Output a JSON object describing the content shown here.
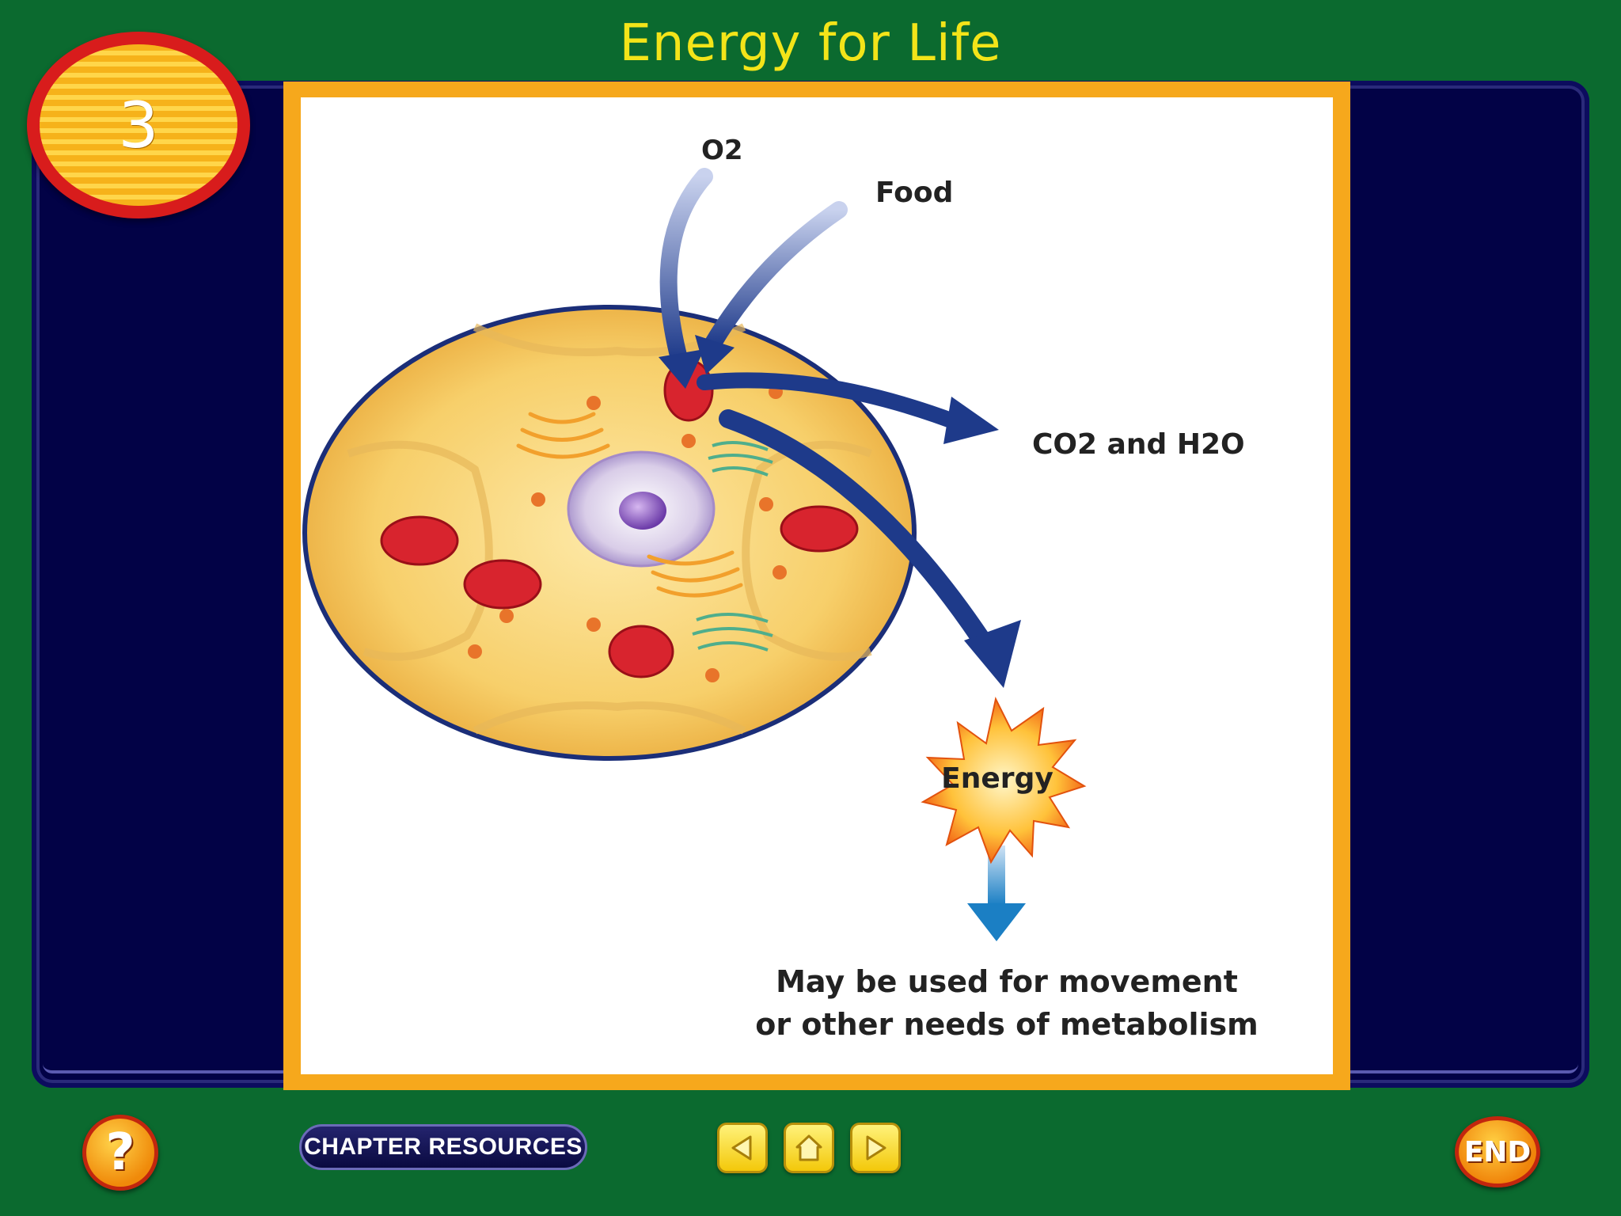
{
  "header": {
    "title": "Energy for Life"
  },
  "section_badge": {
    "number": "3"
  },
  "diagram": {
    "labels": {
      "oxygen": "O2",
      "food": "Food",
      "outputs": "CO2 and H2O",
      "energy": "Energy",
      "use_line1": "May be used for movement",
      "use_line2": "or other needs of metabolism"
    }
  },
  "toolbar": {
    "help_label": "?",
    "chapter_resources_label": "CHAPTER RESOURCES",
    "end_label": "END"
  },
  "colors": {
    "background": "#0b6a2f",
    "title": "#f3e419",
    "panel": "#020246",
    "frame": "#f6a81c",
    "arrow": "#1e3a8a"
  },
  "icons": [
    "question-icon",
    "prev-arrow-icon",
    "home-icon",
    "next-arrow-icon"
  ]
}
